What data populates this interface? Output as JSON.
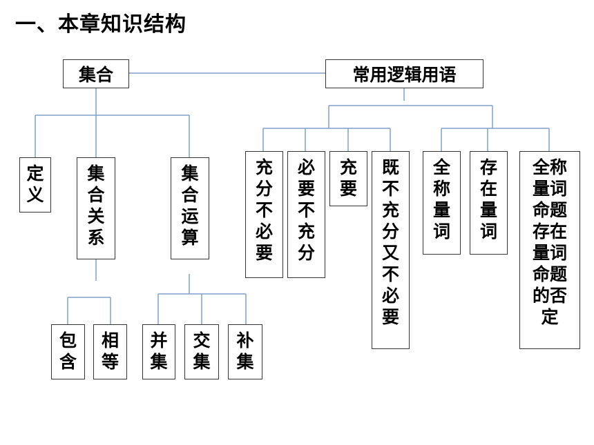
{
  "title": "一、本章知识结构",
  "nodes": {
    "set": "集合",
    "logic": "常用逻辑用语",
    "definition": "定义",
    "set_relation": "集合关系",
    "set_operation": "集合运算",
    "inclusion": "包含",
    "equality": "相等",
    "union": "并集",
    "intersection": "交集",
    "complement": "补集",
    "sufficient_not_necessary": "充分不必要",
    "necessary_not_sufficient": "必要不充分",
    "necessary_and_sufficient": "充要",
    "neither": "既不充分又不必要",
    "universal_quantifier": "全称量词",
    "existential_quantifier": "存在量词",
    "negation": "全称量词命题存在量词命题的否定"
  },
  "colors": {
    "connector": "#7f9fcc",
    "border": "#333333",
    "text": "#000000"
  }
}
